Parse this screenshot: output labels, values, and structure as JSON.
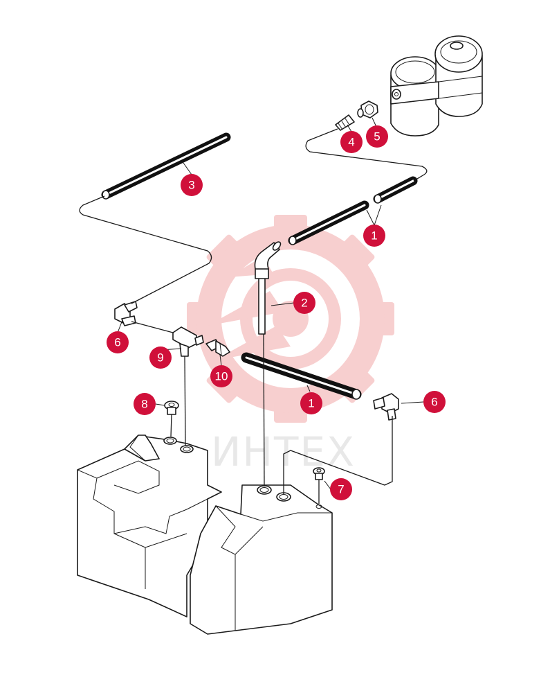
{
  "watermark": {
    "text": "ИНТЕХ",
    "color": "#f2b3b3"
  },
  "callout_color": "#d0103a",
  "callouts": [
    {
      "id": "c1a",
      "label": "1"
    },
    {
      "id": "c1b",
      "label": "1"
    },
    {
      "id": "c2",
      "label": "2"
    },
    {
      "id": "c3",
      "label": "3"
    },
    {
      "id": "c4",
      "label": "4"
    },
    {
      "id": "c5",
      "label": "5"
    },
    {
      "id": "c6a",
      "label": "6"
    },
    {
      "id": "c6b",
      "label": "6"
    },
    {
      "id": "c7",
      "label": "7"
    },
    {
      "id": "c8",
      "label": "8"
    },
    {
      "id": "c9",
      "label": "9"
    },
    {
      "id": "c10",
      "label": "10"
    }
  ]
}
